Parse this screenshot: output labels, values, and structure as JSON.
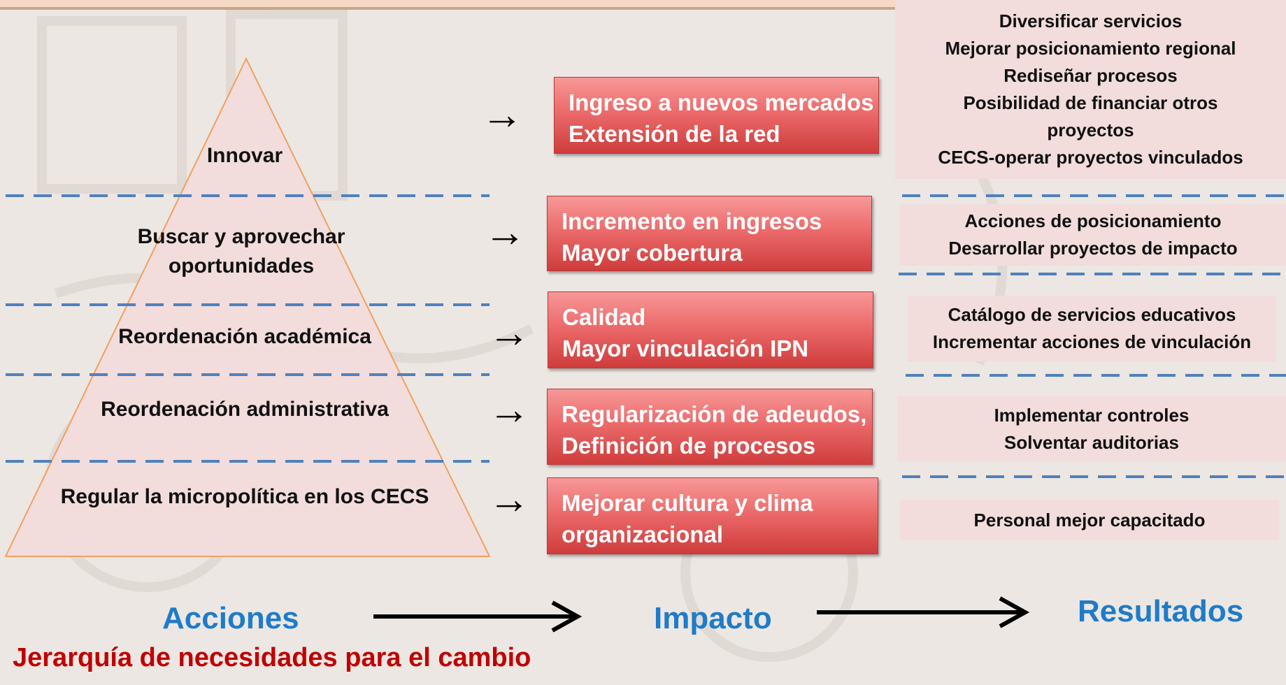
{
  "pyramid": {
    "levels": [
      {
        "label": "Innovar"
      },
      {
        "label": "Buscar y aprovechar oportunidades"
      },
      {
        "label": "Reordenación académica"
      },
      {
        "label": "Reordenación administrativa"
      },
      {
        "label": "Regular la micropolítica en los CECS"
      }
    ]
  },
  "impacts": [
    {
      "line1": "Ingreso a nuevos mercados",
      "line2": "Extensión de la red"
    },
    {
      "line1": "Incremento en ingresos",
      "line2": "Mayor cobertura"
    },
    {
      "line1": "Calidad",
      "line2": "Mayor vinculación IPN"
    },
    {
      "line1": "Regularización de adeudos,",
      "line2": "Definición de procesos"
    },
    {
      "line1": "Mejorar cultura y clima",
      "line2": "organizacional"
    }
  ],
  "results": [
    {
      "lines": [
        "Diversificar servicios",
        "Mejorar posicionamiento regional",
        "Rediseñar procesos",
        "Posibilidad de financiar otros",
        "proyectos",
        "CECS-operar proyectos vinculados"
      ]
    },
    {
      "lines": [
        "Acciones de posicionamiento",
        "Desarrollar proyectos de impacto"
      ]
    },
    {
      "lines": [
        "Catálogo de servicios educativos",
        "Incrementar acciones de vinculación"
      ]
    },
    {
      "lines": [
        "Implementar controles",
        "Solventar auditorias"
      ]
    },
    {
      "lines": [
        "Personal  mejor capacitado"
      ]
    }
  ],
  "arrow_glyph": "→",
  "flow": {
    "acciones": "Acciones",
    "impacto": "Impacto",
    "resultados": "Resultados"
  },
  "footer_title": "Jerarquía de necesidades para el cambio",
  "colors": {
    "impact_fill": "#e05858",
    "results_fill": "#f2dcdc",
    "dash_blue": "#4f81bd",
    "flow_text": "#1f7bc8",
    "footer_text": "#c00000",
    "pyramid_fill": "#f2dcdc",
    "pyramid_stroke": "#f0a060"
  }
}
